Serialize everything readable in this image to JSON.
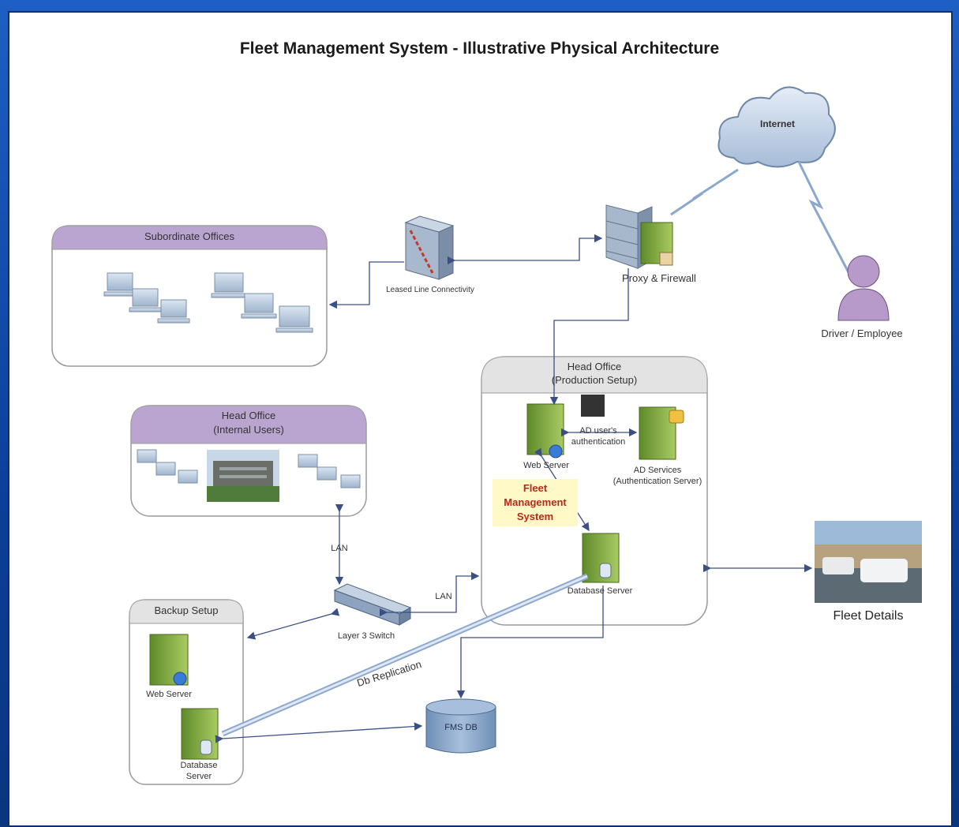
{
  "title": "Fleet Management System - Illustrative Physical Architecture",
  "nodes": {
    "internet": "Internet",
    "driver": "Driver / Employee",
    "proxy": "Proxy & Firewall",
    "leased": "Leased Line Connectivity",
    "subordinate": "Subordinate Offices",
    "head_internal_line1": "Head Office",
    "head_internal_line2": "(Internal Users)",
    "head_prod_line1": "Head Office",
    "head_prod_line2": "(Production Setup)",
    "web_server": "Web Server",
    "ad_auth_line1": "AD user's",
    "ad_auth_line2": "authentication",
    "ad_services_line1": "AD Services",
    "ad_services_line2": "(Authentication Server)",
    "fms_line1": "Fleet",
    "fms_line2": "Management",
    "fms_line3": "System",
    "db_server": "Database Server",
    "fleet_details": "Fleet Details",
    "lan_1": "LAN",
    "lan_2": "LAN",
    "switch": "Layer 3 Switch",
    "backup": "Backup Setup",
    "backup_web": "Web Server",
    "backup_db_line1": "Database",
    "backup_db_line2": "Server",
    "fms_db": "FMS DB",
    "replication": "Db Replication"
  },
  "colors": {
    "frame_blue": "#1d5fc4",
    "header_purple": "#a78fbf",
    "header_grey": "#dcdcdc",
    "server_green": "#8fb44a",
    "arrow": "#3a4f86",
    "db_blue": "#8aa6c8"
  }
}
